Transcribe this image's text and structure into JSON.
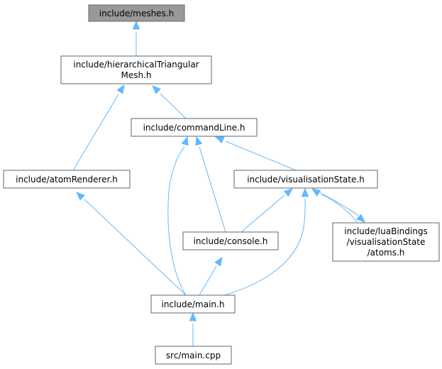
{
  "graph": {
    "nodes": {
      "meshes": {
        "lines": [
          "include/meshes.h"
        ],
        "highlight": true
      },
      "htm": {
        "lines": [
          "include/hierarchicalTriangular",
          "Mesh.h"
        ]
      },
      "cmd": {
        "lines": [
          "include/commandLine.h"
        ]
      },
      "atom": {
        "lines": [
          "include/atomRenderer.h"
        ]
      },
      "vis": {
        "lines": [
          "include/visualisationState.h"
        ]
      },
      "console": {
        "lines": [
          "include/console.h"
        ]
      },
      "lua": {
        "lines": [
          "include/luaBindings",
          "/visualisationState",
          "/atoms.h"
        ]
      },
      "main": {
        "lines": [
          "include/main.h"
        ]
      },
      "maincpp": {
        "lines": [
          "src/main.cpp"
        ]
      }
    },
    "edges": [
      {
        "from": "htm",
        "to": "meshes"
      },
      {
        "from": "atom",
        "to": "htm"
      },
      {
        "from": "cmd",
        "to": "htm"
      },
      {
        "from": "main",
        "to": "atom"
      },
      {
        "from": "console",
        "to": "cmd"
      },
      {
        "from": "main",
        "to": "cmd"
      },
      {
        "from": "vis",
        "to": "cmd"
      },
      {
        "from": "console",
        "to": "vis"
      },
      {
        "from": "main",
        "to": "vis"
      },
      {
        "from": "lua",
        "to": "vis"
      },
      {
        "from": "vis",
        "to": "lua"
      },
      {
        "from": "main",
        "to": "console"
      },
      {
        "from": "maincpp",
        "to": "main"
      }
    ]
  }
}
